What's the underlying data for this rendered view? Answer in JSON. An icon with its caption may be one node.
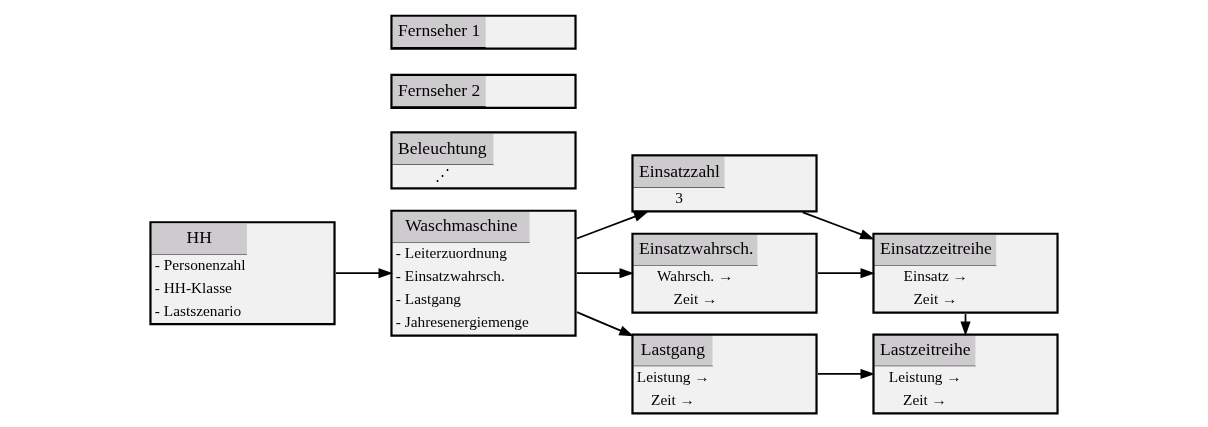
{
  "diagram": {
    "nodes": [
      {
        "text": [
          "HH",
          "- Personenzahl",
          "- HH-Klasse",
          "- Lastszenario"
        ]
      },
      {
        "text": [
          "Beleuchtung",
          "⋰"
        ]
      },
      {
        "text": [
          "Fernseher 2"
        ]
      },
      {
        "text": [
          "Fernseher 1"
        ]
      },
      {
        "text": [
          "Waschmaschine",
          "- Leiterzuordnung",
          "- Einsatzwahrsch.",
          "- Lastgang",
          "- Jahresenergiemenge"
        ]
      },
      {
        "text": [
          "Einsatzzahl",
          "3"
        ]
      },
      {
        "text": [
          "Einsatzwahrsch.",
          "Wahrsch. →",
          "Zeit →"
        ]
      },
      {
        "text": [
          "Lastgang",
          "Leistung →",
          "Zeit →"
        ]
      },
      {
        "text": [
          "Einsatzzeitreihe",
          "Einsatz →",
          "Zeit →"
        ]
      },
      {
        "text": [
          "Lastzeitreihe",
          "Leistung →",
          "Zeit →"
        ]
      }
    ],
    "edges": [
      {
        "from": 0,
        "to": 4,
        "arrow": "to"
      },
      {
        "from": 4,
        "to": 5,
        "arrow": "to"
      },
      {
        "from": 4,
        "to": 6,
        "arrow": "to"
      },
      {
        "from": 4,
        "to": 7,
        "arrow": "to"
      },
      {
        "from": 5,
        "to": 8,
        "arrow": "to"
      },
      {
        "from": 6,
        "to": 8,
        "arrow": "to"
      },
      {
        "from": 8,
        "to": 9,
        "arrow": "to"
      },
      {
        "from": 7,
        "to": 9,
        "arrow": "to"
      }
    ]
  }
}
